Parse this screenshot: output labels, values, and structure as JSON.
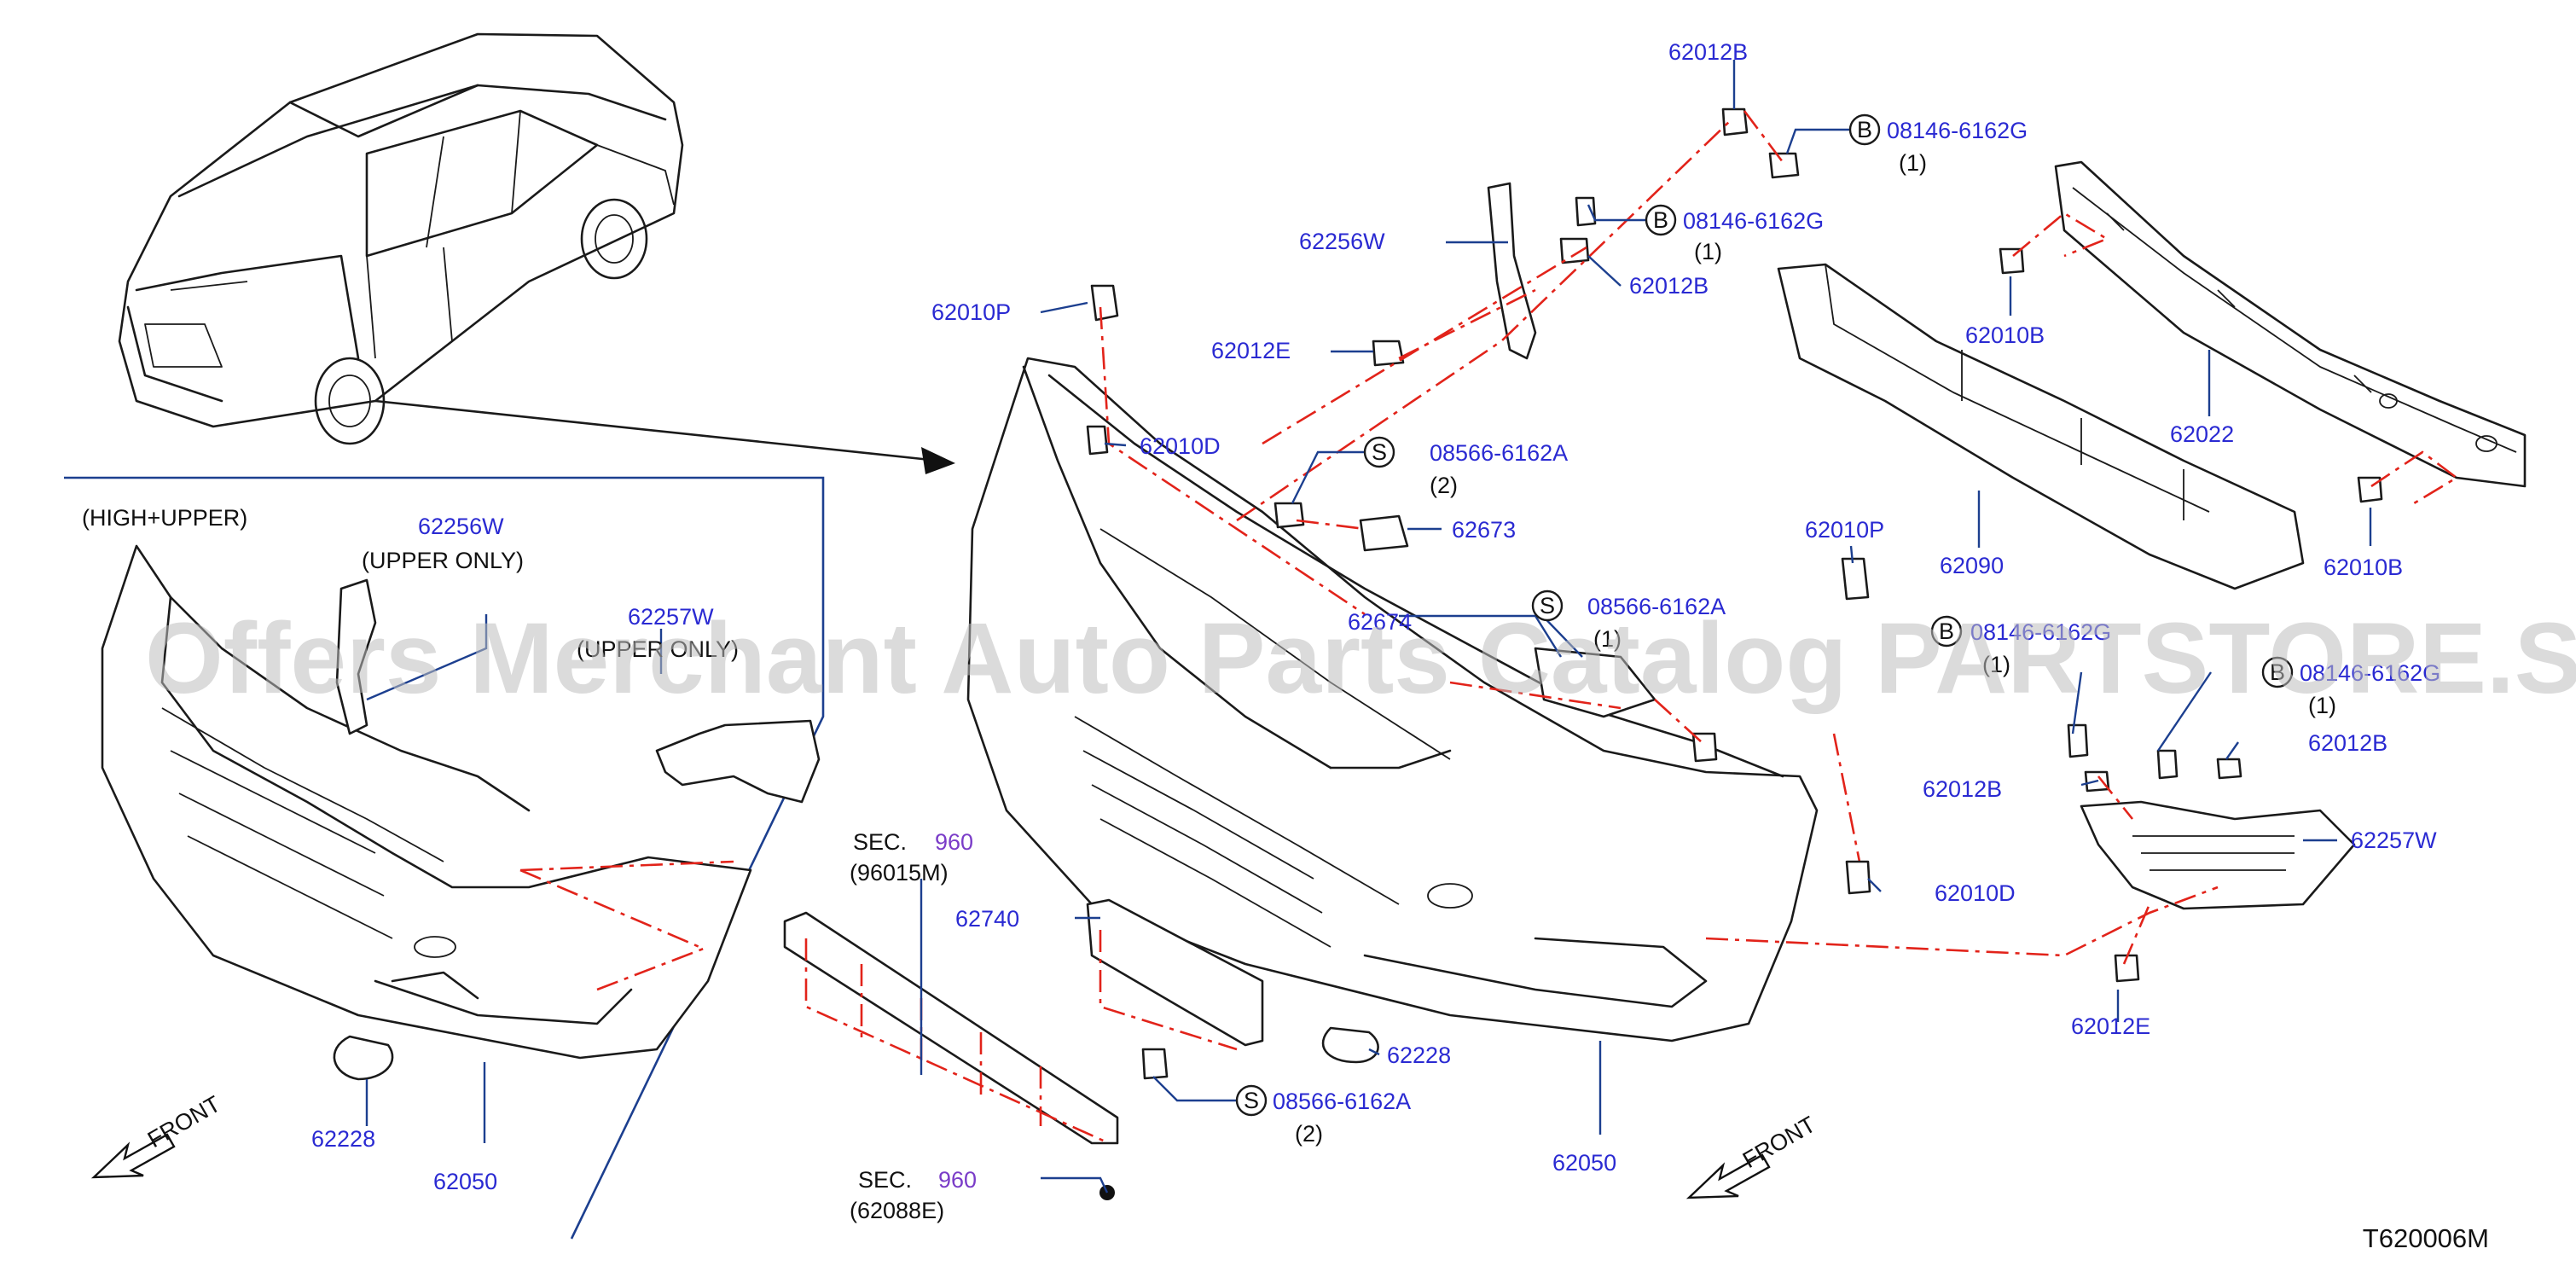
{
  "diagram_code": "T620006M",
  "watermark": "Offers Merchant Auto Parts Catalog PARTSTORE.SA",
  "section_refs": {
    "sec_prefix": "SEC.",
    "sec_number": "960",
    "sec1_sub": "(96015M)",
    "sec2_sub": "(62088E)"
  },
  "notes": {
    "high_upper": "(HIGH+UPPER)",
    "upper_only_1": "(UPPER   ONLY)",
    "upper_only_2": "(UPPER   ONLY)",
    "front": "FRONT"
  },
  "fastener_marks": {
    "b": "B",
    "s": "S"
  },
  "callouts": {
    "p62012B_top": "62012B",
    "bolt_b_top": "08146-6162G",
    "bolt_b_top_qty": "(1)",
    "bolt_b_mid": "08146-6162G",
    "bolt_b_mid_qty": "(1)",
    "p62256W_center": "62256W",
    "p62012B_mid": "62012B",
    "p62010P_center": "62010P",
    "p62012E_center": "62012E",
    "p62010B_top": "62010B",
    "p62022": "62022",
    "p62010D_center": "62010D",
    "screw_s_top": "08566-6162A",
    "screw_s_top_qty": "(2)",
    "p62673": "62673",
    "p62090": "62090",
    "p62010B_right": "62010B",
    "p62010P_right": "62010P",
    "p62674": "62674",
    "screw_s_mid": "08566-6162A",
    "screw_s_mid_qty": "(1)",
    "bolt_b_right": "08146-6162G",
    "bolt_b_right_qty": "(1)",
    "bolt_b_far": "08146-6162G",
    "bolt_b_far_qty": "(1)",
    "p62012B_right": "62012B",
    "p62012B_right2": "62012B",
    "p62257W_right": "62257W",
    "p62010D_right": "62010D",
    "p62012E_right": "62012E",
    "p62740": "62740",
    "screw_s_bottom": "08566-6162A",
    "screw_s_bottom_qty": "(2)",
    "p62228_center": "62228",
    "p62050_center": "62050",
    "p62256W_left": "62256W",
    "p62257W_left": "62257W",
    "p62228_left": "62228",
    "p62050_left": "62050"
  }
}
